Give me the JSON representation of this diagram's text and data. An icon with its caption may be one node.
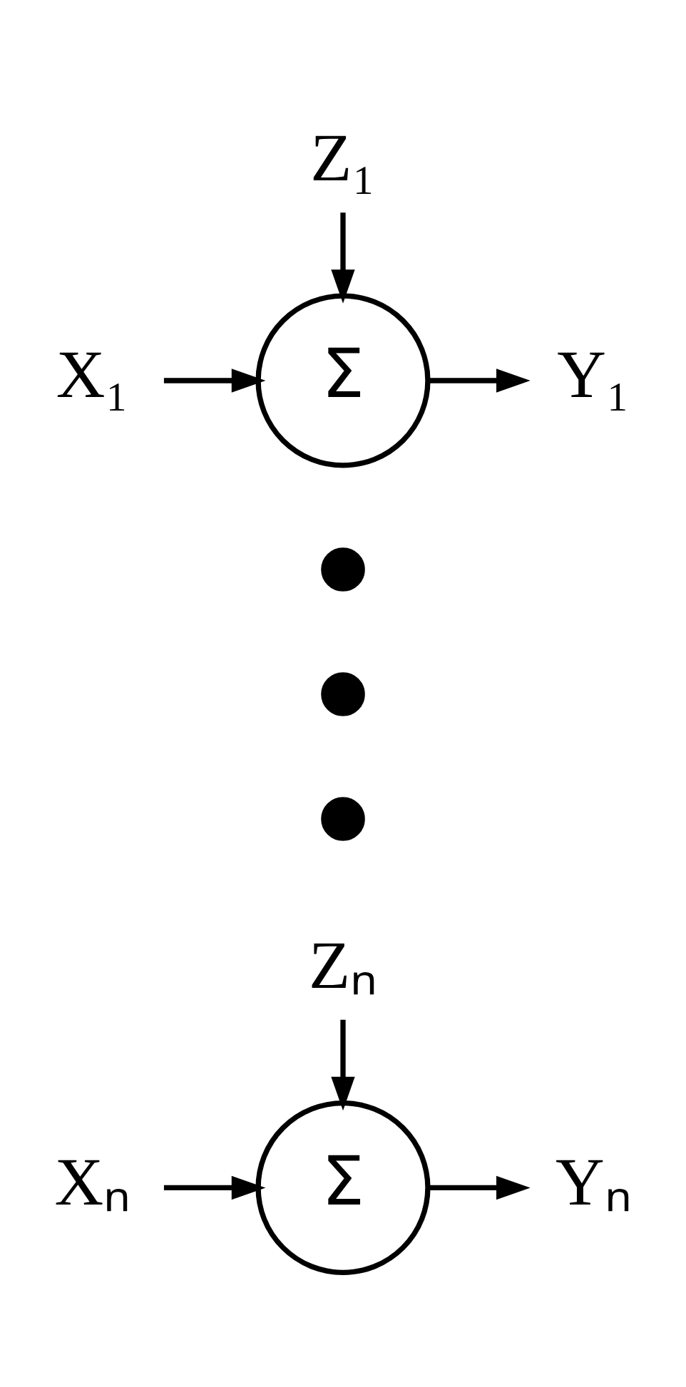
{
  "diagram": {
    "nodes": [
      {
        "text": [
          "Z₁"
        ]
      },
      {
        "text": [
          "X₁"
        ]
      },
      {
        "text": [
          "Σ"
        ]
      },
      {
        "text": [
          "Y₁"
        ]
      },
      {
        "text": [],
        "shape": "dot"
      },
      {
        "text": [],
        "shape": "dot"
      },
      {
        "text": [],
        "shape": "dot"
      },
      {
        "text": [
          "Zₙ"
        ]
      },
      {
        "text": [
          "Xₙ"
        ]
      },
      {
        "text": [
          "Σ"
        ]
      },
      {
        "text": [
          "Yₙ"
        ]
      }
    ],
    "edges": [
      {
        "from": 0,
        "to": 2,
        "arrow": "to"
      },
      {
        "from": 1,
        "to": 2,
        "arrow": "to"
      },
      {
        "from": 2,
        "to": 3,
        "arrow": "to"
      },
      {
        "from": 7,
        "to": 9,
        "arrow": "to"
      },
      {
        "from": 8,
        "to": 9,
        "arrow": "to"
      },
      {
        "from": 9,
        "to": 10,
        "arrow": "to"
      }
    ]
  }
}
